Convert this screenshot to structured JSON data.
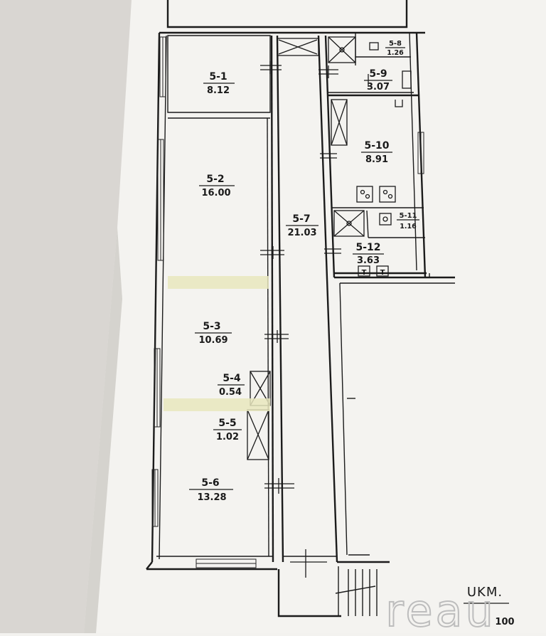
{
  "rooms": [
    {
      "id": "r1",
      "number": "5-1",
      "area": "8.12"
    },
    {
      "id": "r2",
      "number": "5-2",
      "area": "16.00"
    },
    {
      "id": "r3",
      "number": "5-3",
      "area": "10.69"
    },
    {
      "id": "r4",
      "number": "5-4",
      "area": "0.54"
    },
    {
      "id": "r5",
      "number": "5-5",
      "area": "1.02"
    },
    {
      "id": "r6",
      "number": "5-6",
      "area": "13.28"
    },
    {
      "id": "r7",
      "number": "5-7",
      "area": "21.03"
    },
    {
      "id": "r8",
      "number": "5-8",
      "area": "1.26"
    },
    {
      "id": "r9",
      "number": "5-9",
      "area": "3.07"
    },
    {
      "id": "r10",
      "number": "5-10",
      "area": "8.91"
    },
    {
      "id": "r11",
      "number": "5-11",
      "area": "1.16"
    },
    {
      "id": "r12",
      "number": "5-12",
      "area": "3.63"
    }
  ],
  "fixtures": {
    "stove_label": "T"
  },
  "scale": {
    "unit": "UKM.",
    "value": "100"
  },
  "watermark": "reau",
  "colors": {
    "paper": "#f3f2ef",
    "background": "#d9d6d2",
    "ink": "#1b1b1b",
    "correction_tape": "#e8e6bd"
  }
}
